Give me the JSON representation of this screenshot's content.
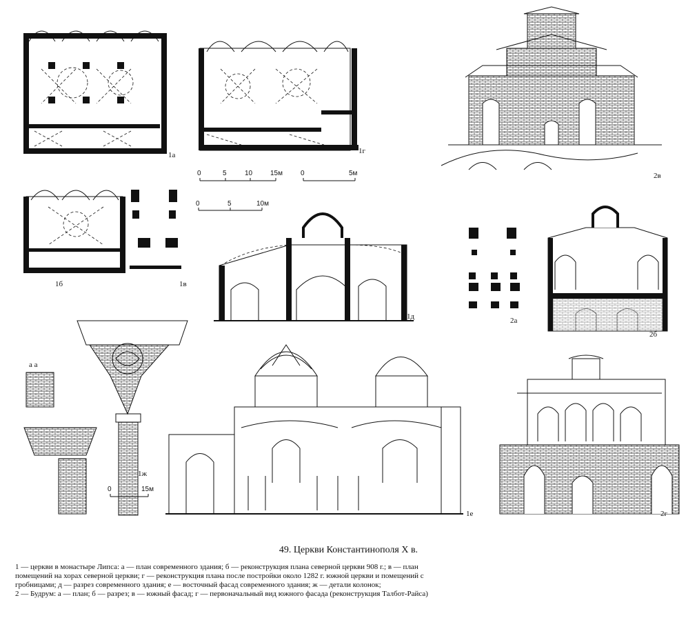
{
  "figures": {
    "plan_1a": {
      "label": "1а"
    },
    "plan_1g": {
      "label": "1г"
    },
    "plan_1b": {
      "label": "1б"
    },
    "plan_1v": {
      "label": "1в"
    },
    "section_1d": {
      "label": "1д"
    },
    "facade_1e": {
      "label": "1е"
    },
    "capitals_1zh": {
      "label": "1ж",
      "detail_label": "а а"
    },
    "view_2v": {
      "label": "2в"
    },
    "plan_2a": {
      "label": "2а"
    },
    "section_2b": {
      "label": "2б"
    },
    "facade_2g": {
      "label": "2г"
    }
  },
  "scales": {
    "scale_a": {
      "ticks": [
        "0",
        "5",
        "10",
        "15м"
      ]
    },
    "scale_b": {
      "ticks": [
        "0",
        "5м"
      ]
    },
    "scale_c": {
      "ticks": [
        "0",
        "5",
        "10м"
      ]
    },
    "scale_d": {
      "ticks": [
        "0",
        "15м"
      ]
    }
  },
  "caption": {
    "title": "49. Церкви Константинополя X в.",
    "lines": [
      "1 — церкви в монастыре Липса: а — план современного здания; б — реконструкция плана северной церкви 908 г.; в — план",
      "помещений на хорах северной церкви; г — реконструкция плана после постройки около 1282 г. южной церкви и помещений с",
      "гробницами; д — разрез современного здания; е — восточный фасад современного здания; ж — детали колонок;",
      "2 — Будрум: а — план; б — разрез; в — южный фасад; г — первоначальный вид южного фасада (реконструкция Талбот-Райса)"
    ]
  }
}
